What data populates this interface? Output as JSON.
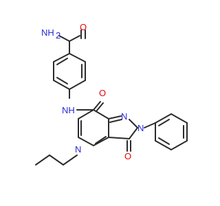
{
  "structure": {
    "atom_labels": {
      "amide_n": "NH",
      "amide_n_sub": "2",
      "amide_o": "O",
      "linker_nh": "NH",
      "carbonyl_o": "O",
      "ring_n1": "N",
      "ring_n2": "N",
      "ring_n5": "N",
      "ketone_o": "O"
    },
    "colors": {
      "bond": "#2b2b2b",
      "oxygen": "#e8000b",
      "nitrogen": "#2a2ad8"
    }
  }
}
